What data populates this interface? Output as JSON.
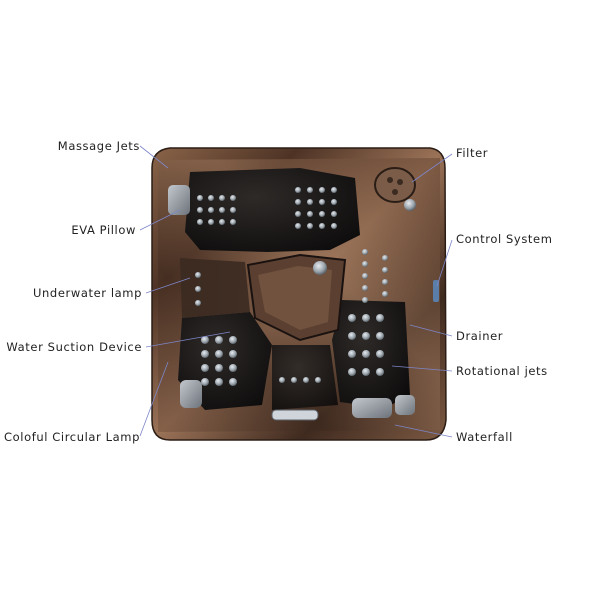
{
  "colors": {
    "background": "#ffffff",
    "label_text": "#222222",
    "leader_line": "#7d86c8",
    "shell_marble": "#6b4a36",
    "seat_black": "#141414",
    "jet_silver": "#9aa3ab",
    "pillow_grey": "#8e949c"
  },
  "labels_left": [
    {
      "id": "massage-jets",
      "text": "Massage Jets"
    },
    {
      "id": "eva-pillow",
      "text": "EVA Pillow"
    },
    {
      "id": "underwater-lamp",
      "text": "Underwater lamp"
    },
    {
      "id": "water-suction-device",
      "text": "Water Suction Device"
    },
    {
      "id": "colorful-circular-lamp",
      "text": "Coloful Circular Lamp"
    }
  ],
  "labels_right": [
    {
      "id": "filter",
      "text": "Filter"
    },
    {
      "id": "control-system",
      "text": "Control System"
    },
    {
      "id": "drainer",
      "text": "Drainer"
    },
    {
      "id": "rotational-jets",
      "text": "Rotational jets"
    },
    {
      "id": "waterfall",
      "text": "Waterfall"
    }
  ]
}
